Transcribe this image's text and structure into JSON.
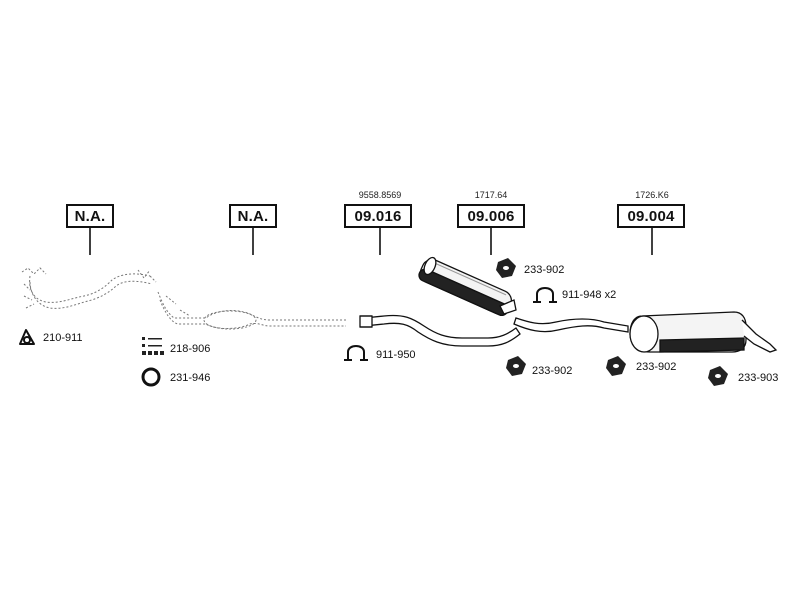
{
  "boxes": [
    {
      "name": "box-na-1",
      "label": "N.A."
    },
    {
      "name": "box-na-2",
      "label": "N.A."
    },
    {
      "name": "box-09-016",
      "label": "09.016",
      "code": "9558.8569"
    },
    {
      "name": "box-09-006",
      "label": "09.006",
      "code": "1717.64"
    },
    {
      "name": "box-09-004",
      "label": "09.004",
      "code": "1726.K6"
    }
  ],
  "parts": [
    {
      "label": "210-911",
      "icon": "triangle-gasket-icon"
    },
    {
      "label": "218-906",
      "icon": "bolt-set-icon"
    },
    {
      "label": "231-946",
      "icon": "ring-gasket-icon"
    },
    {
      "label": "911-950",
      "icon": "clamp-icon"
    },
    {
      "label": "233-902",
      "icon": "rubber-mount-icon"
    },
    {
      "label": "911-948 x2",
      "icon": "clamp-icon"
    },
    {
      "label": "233-902",
      "icon": "rubber-mount-icon"
    },
    {
      "label": "233-902",
      "icon": "rubber-mount-icon"
    },
    {
      "label": "233-903",
      "icon": "rubber-mount-icon"
    }
  ]
}
